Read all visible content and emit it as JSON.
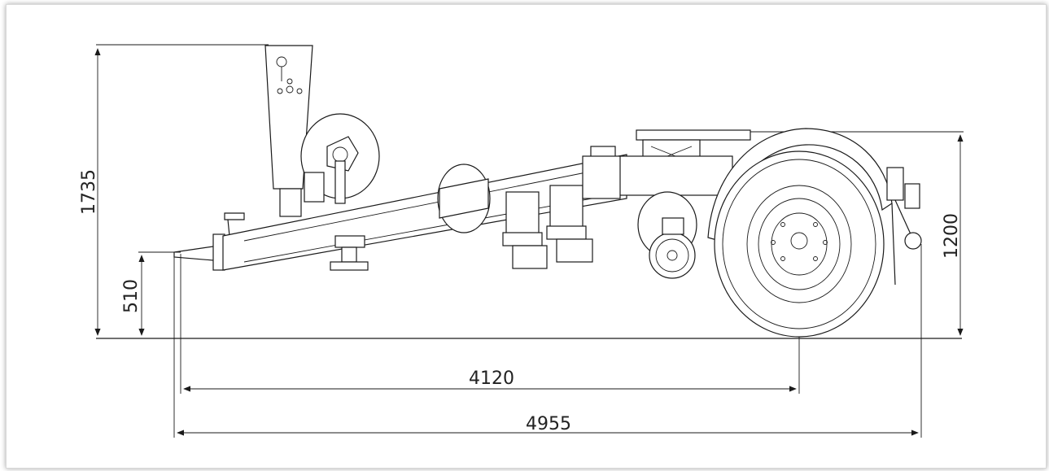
{
  "drawing": {
    "subject": "trailer side elevation",
    "dimensions": {
      "height_total": "1735",
      "height_hitch": "510",
      "height_deck": "1200",
      "length_hitch_to_axle": "4120",
      "length_overall": "4955"
    },
    "colors": {
      "line": "#1a1a1a",
      "text": "#222222",
      "background": "#ffffff"
    }
  }
}
